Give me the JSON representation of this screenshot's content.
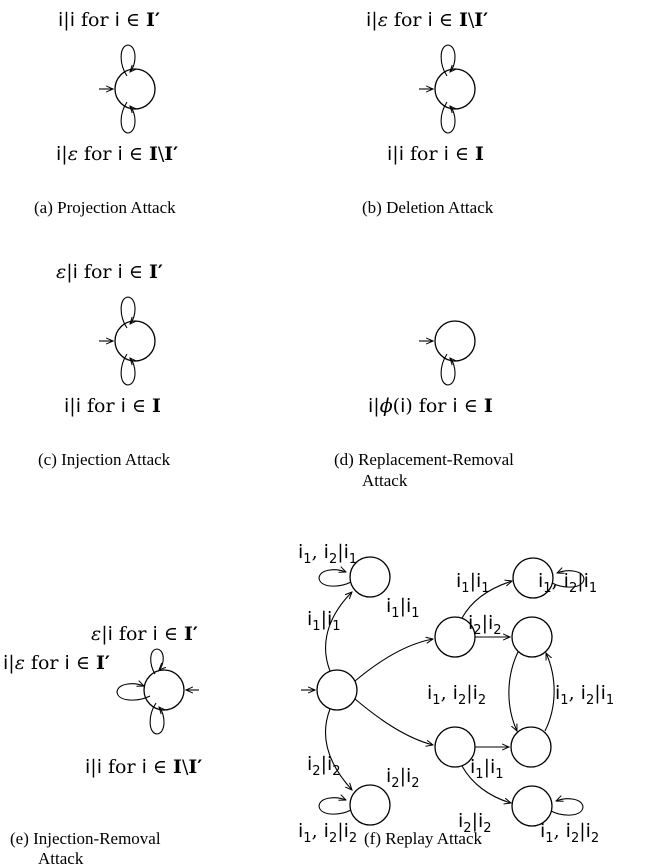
{
  "captions": {
    "a": "(a) Projection Attack",
    "b": "(b) Deletion Attack",
    "c": "(c) Injection Attack",
    "d1": "(d) Replacement-Removal",
    "d2": "Attack",
    "e1": "(e) Injection-Removal",
    "e2": "Attack",
    "f": "(f) Replay Attack"
  },
  "symbols": {
    "i": "i",
    "eps": "ε",
    "phi": "ϕ",
    "bar": "|",
    "for": " for ",
    "in": " ∈ ",
    "I": "I",
    "prime": "′",
    "setminus": "\\",
    "comma": ", ",
    "sub1": "1",
    "sub2": "2",
    "lparen": "(",
    "rparen": ")"
  }
}
